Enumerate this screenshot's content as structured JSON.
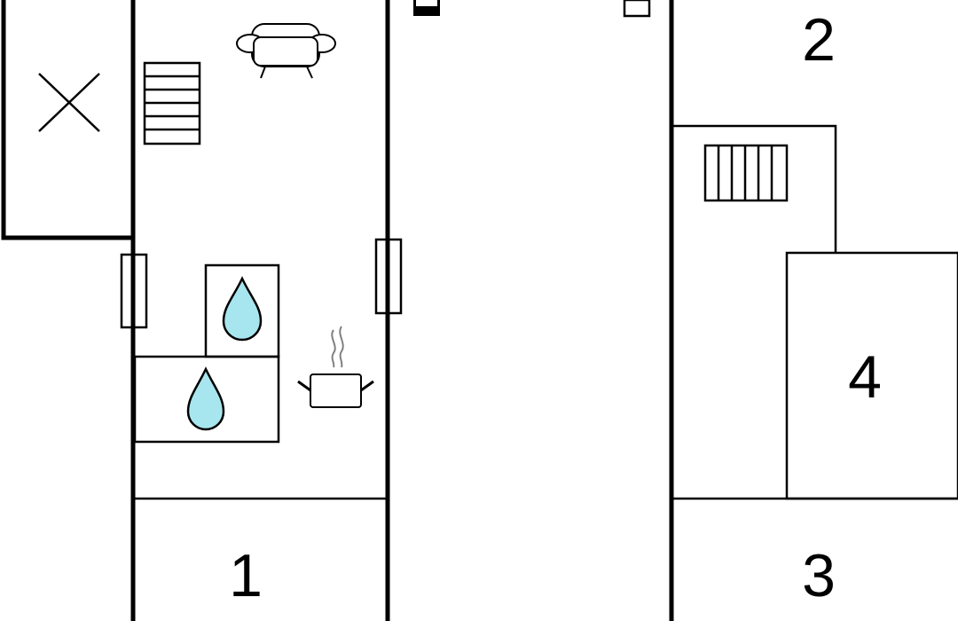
{
  "floor_plan": {
    "room_labels": {
      "room_1": "1",
      "room_2": "2",
      "room_3": "3",
      "room_4": "4"
    },
    "icons": {
      "sofa": "sofa-icon",
      "stairs_left": "stairs-icon",
      "stairs_right": "stairs-icon",
      "water_upper": "water-drop-icon",
      "water_lower": "water-drop-icon",
      "kitchen": "cooking-pot-icon",
      "void": "cross-icon"
    },
    "colors": {
      "walls": "#000000",
      "background": "#ffffff",
      "water_fill": "#a8e6ef",
      "steam": "#808080"
    }
  }
}
